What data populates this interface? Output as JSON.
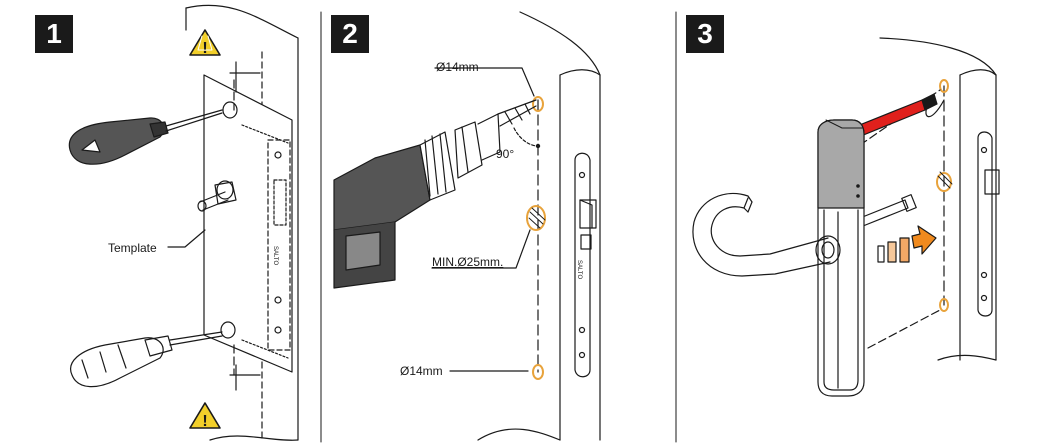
{
  "steps": [
    {
      "number": "1",
      "labels": {
        "template": "Template"
      }
    },
    {
      "number": "2",
      "labels": {
        "hole_top": "Ø14mm",
        "angle": "90°",
        "hole_mid": "MIN.Ø25mm.",
        "hole_bottom": "Ø14mm"
      }
    },
    {
      "number": "3"
    }
  ],
  "colors": {
    "line": "#1a1a1a",
    "hole_ring": "#e8a33c",
    "warning": "#f2cf2a",
    "arrow": "#f08a1e",
    "cable": "#e0201c",
    "handle_grey": "#a8a8a8"
  },
  "icons": [
    "warning-icon",
    "screwdriver-icon",
    "drill-icon",
    "lever-handle-icon",
    "direction-arrow-icon"
  ]
}
